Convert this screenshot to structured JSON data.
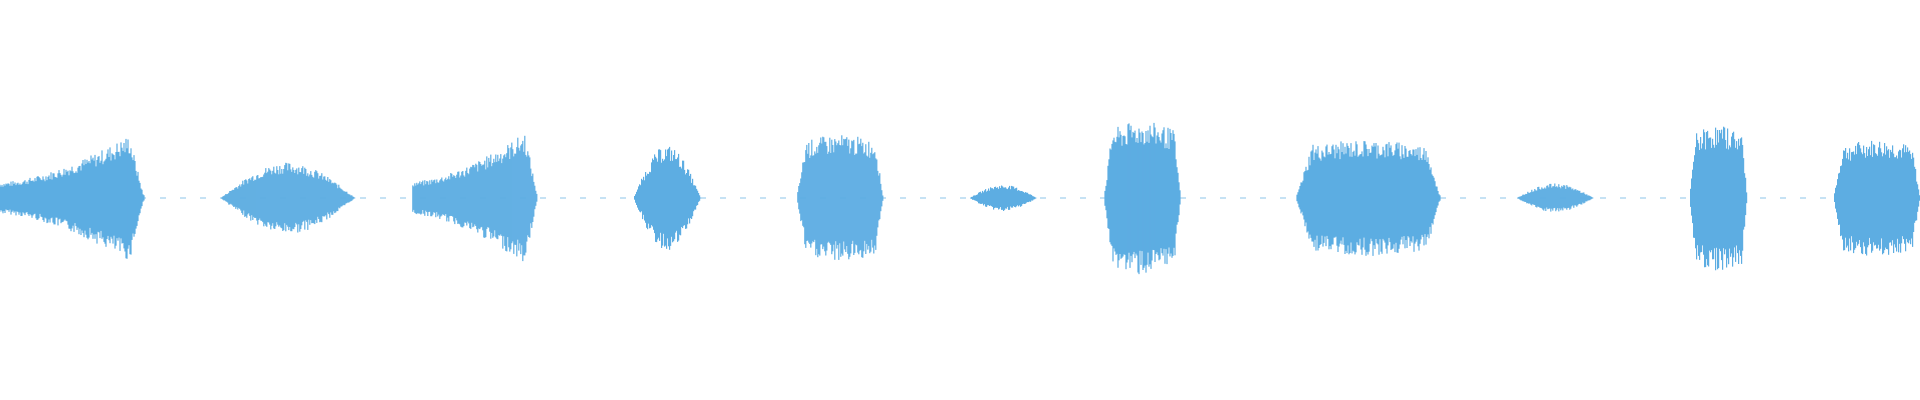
{
  "waveform": {
    "color": "#5dade2",
    "background": "#ffffff",
    "segments": [
      {
        "start": 0.0,
        "end": 0.075,
        "peak": 0.48,
        "shape": "rise-sharp"
      },
      {
        "start": 0.115,
        "end": 0.185,
        "peak": 0.27,
        "shape": "bell"
      },
      {
        "start": 0.215,
        "end": 0.28,
        "peak": 0.5,
        "shape": "rise-sharp"
      },
      {
        "start": 0.33,
        "end": 0.365,
        "peak": 0.4,
        "shape": "bell"
      },
      {
        "start": 0.415,
        "end": 0.46,
        "peak": 0.48,
        "shape": "plateau"
      },
      {
        "start": 0.505,
        "end": 0.54,
        "peak": 0.1,
        "shape": "bell"
      },
      {
        "start": 0.575,
        "end": 0.615,
        "peak": 0.58,
        "shape": "plateau"
      },
      {
        "start": 0.675,
        "end": 0.75,
        "peak": 0.44,
        "shape": "plateau"
      },
      {
        "start": 0.79,
        "end": 0.83,
        "peak": 0.11,
        "shape": "bell"
      },
      {
        "start": 0.88,
        "end": 0.91,
        "peak": 0.55,
        "shape": "plateau"
      },
      {
        "start": 0.955,
        "end": 1.0,
        "peak": 0.44,
        "shape": "plateau"
      }
    ]
  }
}
